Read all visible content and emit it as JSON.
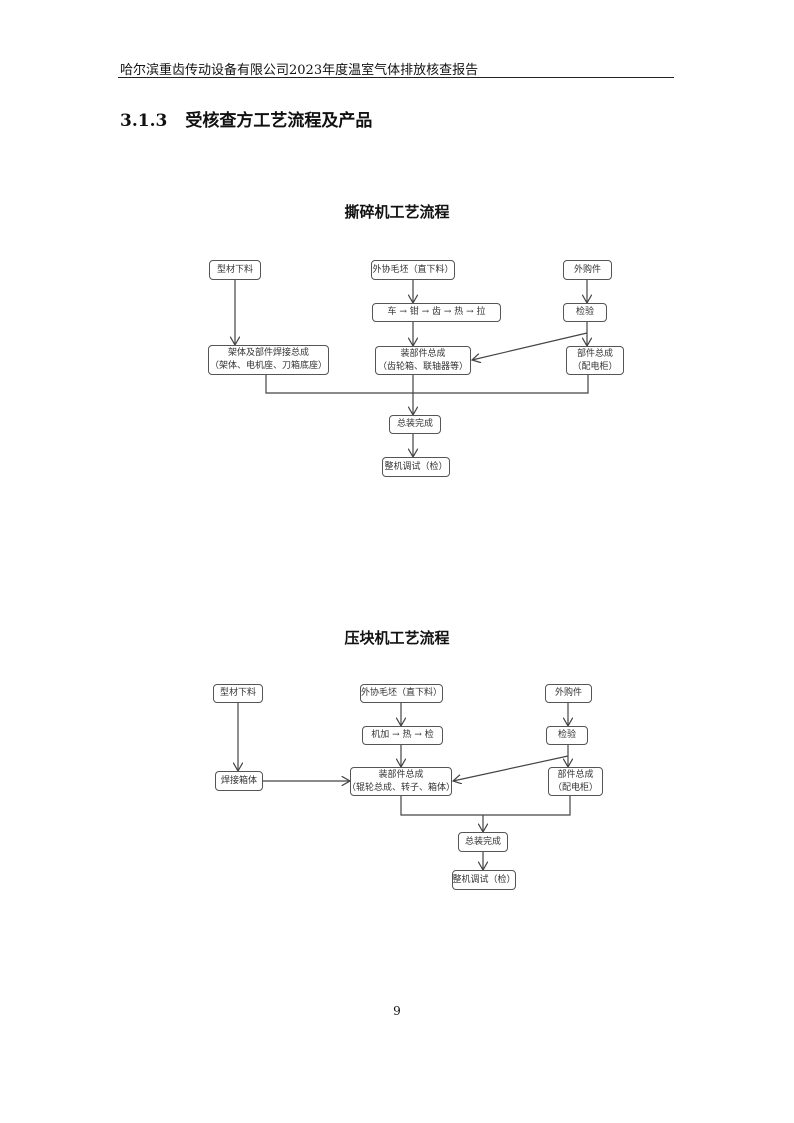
{
  "header": {
    "text": "哈尔滨重齿传动设备有限公司2023年度温室气体排放核查报告"
  },
  "section": {
    "number": "3.1.3",
    "title": "受核查方工艺流程及产品"
  },
  "diagram1": {
    "title": "撕碎机工艺流程",
    "boxes": {
      "b1": "型材下料",
      "b2": "外协毛坯（直下料）",
      "b3": "外购件",
      "b4": "车 → 钳 → 齿 → 热 → 拉",
      "b5": "检验",
      "b6a": "架体及部件焊接总成",
      "b6b": "（架体、电机座、刀箱底座）",
      "b7a": "装部件总成",
      "b7b": "（齿轮箱、联轴器等）",
      "b8a": "部件总成",
      "b8b": "（配电柜）",
      "b9": "总装完成",
      "b10": "整机调试（检）"
    }
  },
  "diagram2": {
    "title": "压块机工艺流程",
    "boxes": {
      "b1": "型材下料",
      "b2": "外协毛坯（直下料）",
      "b3": "外购件",
      "b4": "机加 → 热 → 检",
      "b5": "检验",
      "b6": "焊接箱体",
      "b7a": "装部件总成",
      "b7b": "（辊轮总成、转子、箱体）",
      "b8a": "部件总成",
      "b8b": "（配电柜）",
      "b9": "总装完成",
      "b10": "整机调试（检）"
    }
  },
  "page_number": "9"
}
